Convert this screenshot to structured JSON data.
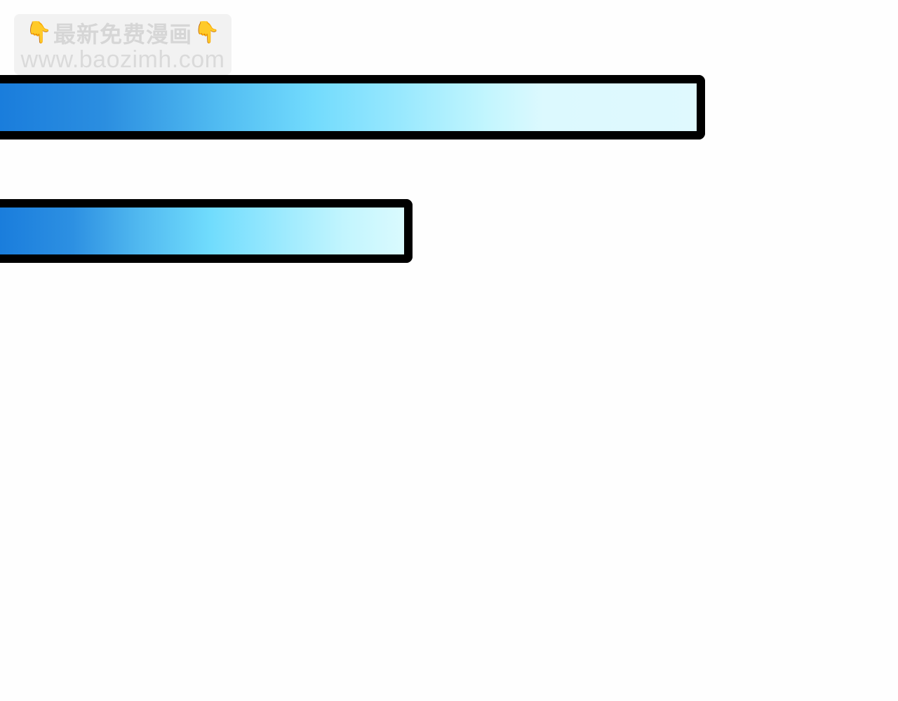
{
  "watermark": {
    "icon_left": "👇",
    "title": "最新免费漫画",
    "icon_right": "👇",
    "url": "www.baozimh.com",
    "background": "#f2f2f2",
    "text_color": "#d6d6d6"
  },
  "bars": [
    {
      "name": "bar-1",
      "gradient_start": "#1a7ddc",
      "gradient_mid": "#72dbfd",
      "gradient_end": "#dff9fe",
      "border_color": "#000000"
    },
    {
      "name": "bar-2",
      "gradient_start": "#1a7ddc",
      "gradient_mid": "#70dcfd",
      "gradient_end": "#dafafe",
      "border_color": "#000000"
    }
  ]
}
